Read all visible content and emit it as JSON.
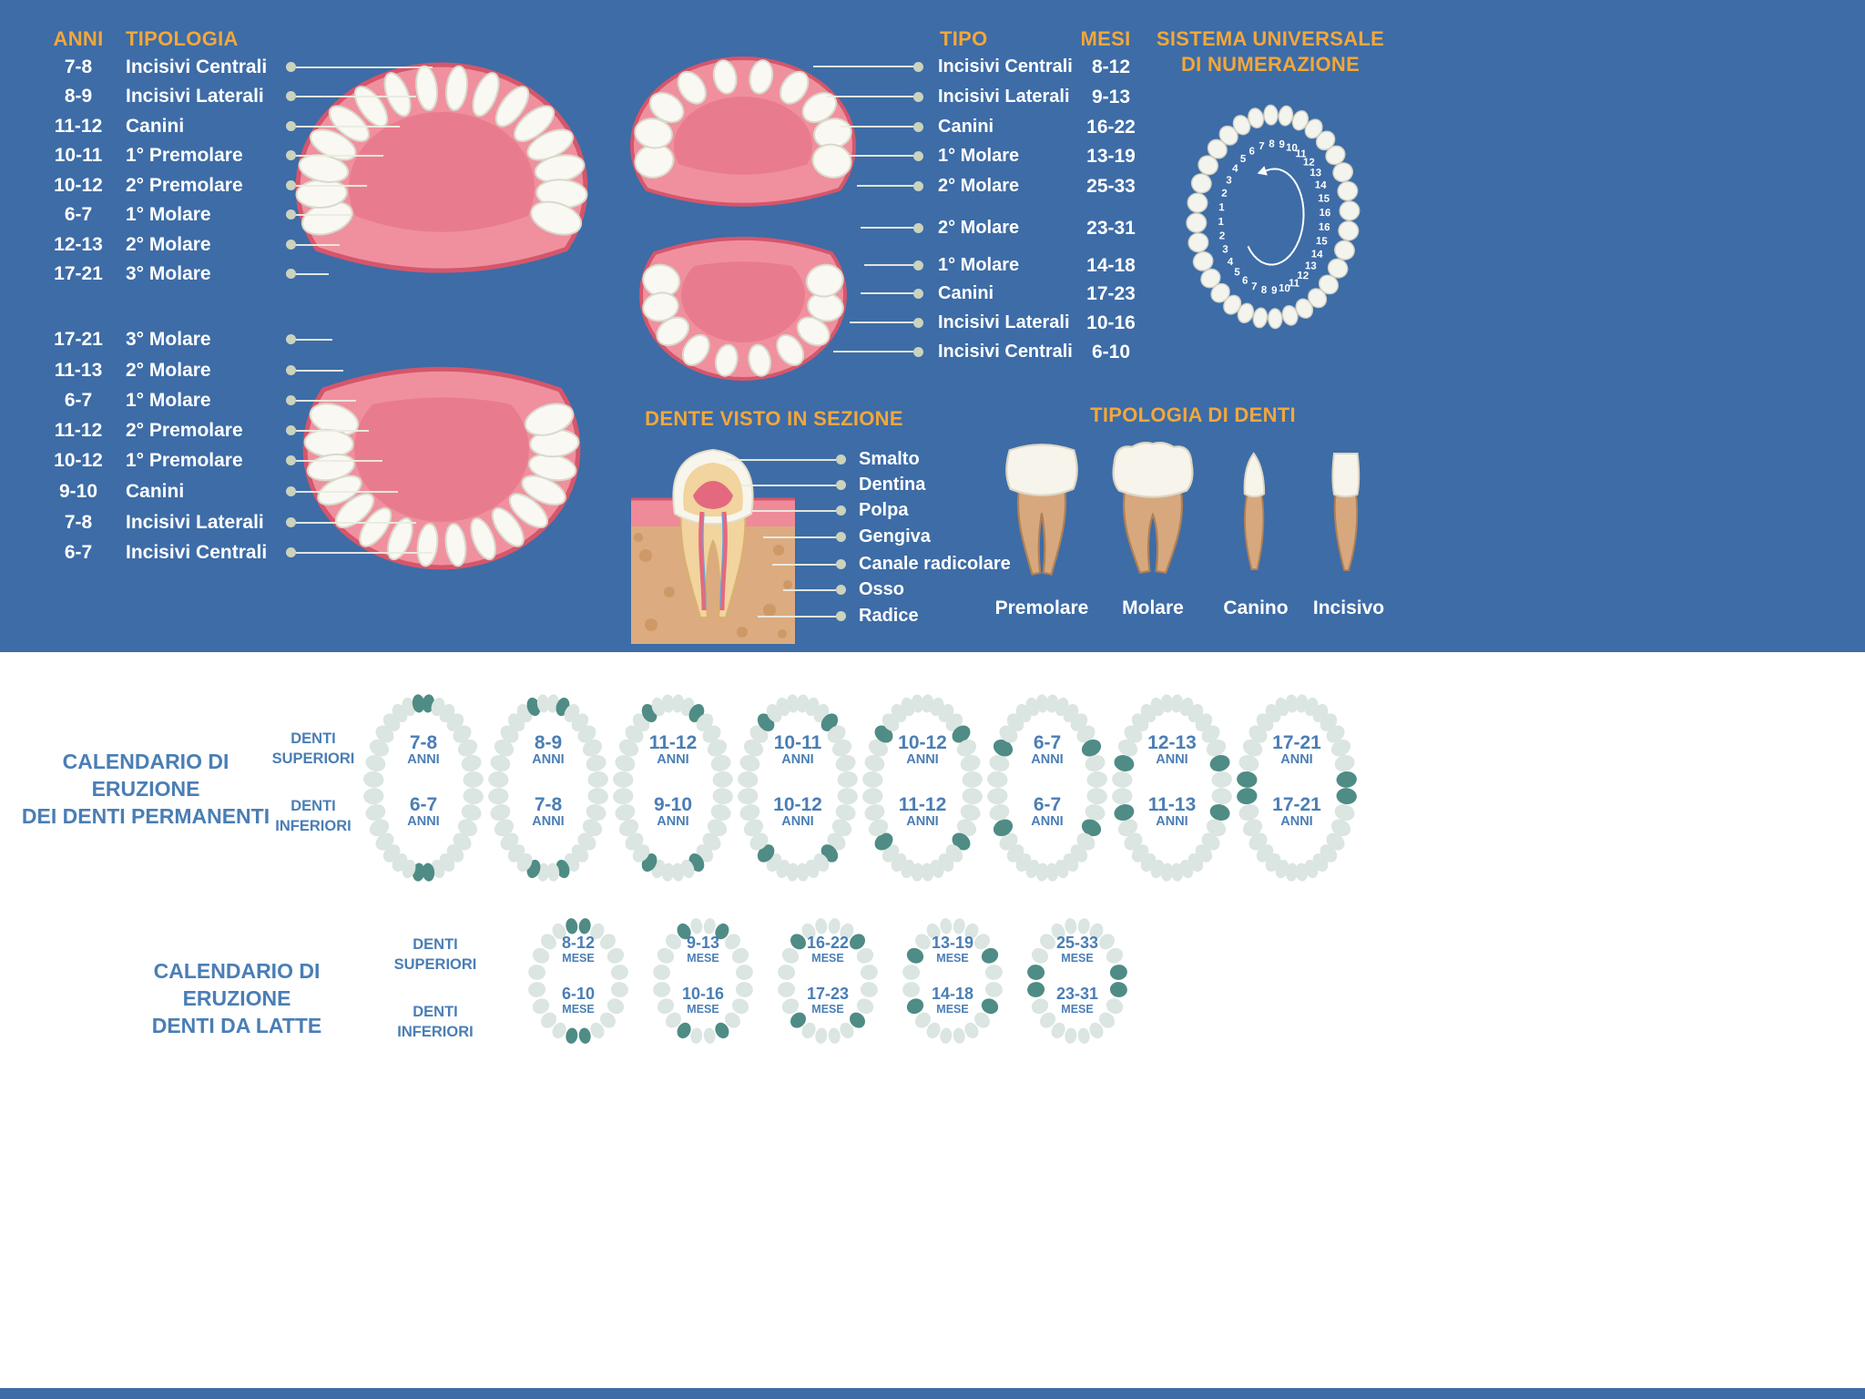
{
  "colors": {
    "background_blue": "#3d6ca7",
    "accent_orange": "#f2a73b",
    "gum_pink": "#f0909e",
    "gum_outline": "#d5566b",
    "tooth_white": "#f9f8f2",
    "highlight_teal": "#4e8c85",
    "calendar_tooth_gray": "#dbe5e1",
    "calendar_text_blue": "#4a7eb5"
  },
  "left_table": {
    "header_years": "ANNI",
    "header_type": "TIPOLOGIA",
    "upper": [
      {
        "years": "7-8",
        "label": "Incisivi Centrali"
      },
      {
        "years": "8-9",
        "label": "Incisivi Laterali"
      },
      {
        "years": "11-12",
        "label": "Canini"
      },
      {
        "years": "10-11",
        "label": "1° Premolare"
      },
      {
        "years": "10-12",
        "label": "2° Premolare"
      },
      {
        "years": "6-7",
        "label": "1° Molare"
      },
      {
        "years": "12-13",
        "label": "2° Molare"
      },
      {
        "years": "17-21",
        "label": "3° Molare"
      }
    ],
    "lower": [
      {
        "years": "17-21",
        "label": "3° Molare"
      },
      {
        "years": "11-13",
        "label": "2° Molare"
      },
      {
        "years": "6-7",
        "label": "1° Molare"
      },
      {
        "years": "11-12",
        "label": "2° Premolare"
      },
      {
        "years": "10-12",
        "label": "1° Premolare"
      },
      {
        "years": "9-10",
        "label": "Canini"
      },
      {
        "years": "7-8",
        "label": "Incisivi Laterali"
      },
      {
        "years": "6-7",
        "label": "Incisivi Centrali"
      }
    ]
  },
  "right_table": {
    "header_type": "TIPO",
    "header_months": "MESI",
    "upper": [
      {
        "label": "Incisivi Centrali",
        "months": "8-12"
      },
      {
        "label": "Incisivi Laterali",
        "months": "9-13"
      },
      {
        "label": "Canini",
        "months": "16-22"
      },
      {
        "label": "1° Molare",
        "months": "13-19"
      },
      {
        "label": "2° Molare",
        "months": "25-33"
      }
    ],
    "lower": [
      {
        "label": "2° Molare",
        "months": "23-31"
      },
      {
        "label": "1° Molare",
        "months": "14-18"
      },
      {
        "label": "Canini",
        "months": "17-23"
      },
      {
        "label": "Incisivi Laterali",
        "months": "10-16"
      },
      {
        "label": "Incisivi Centrali",
        "months": "6-10"
      }
    ]
  },
  "universal": {
    "title_line1": "SISTEMA UNIVERSALE",
    "title_line2": "DI NUMERAZIONE",
    "upper_numbers": [
      "1",
      "2",
      "3",
      "4",
      "5",
      "6",
      "7",
      "8",
      "9",
      "10",
      "11",
      "12",
      "13",
      "14",
      "15",
      "16"
    ],
    "lower_numbers": [
      "1",
      "2",
      "3",
      "4",
      "5",
      "6",
      "7",
      "8",
      "9",
      "10",
      "11",
      "12",
      "13",
      "14",
      "15",
      "16"
    ]
  },
  "tooth_section": {
    "title": "DENTE VISTO IN SEZIONE",
    "labels": [
      "Smalto",
      "Dentina",
      "Polpa",
      "Gengiva",
      "Canale radicolare",
      "Osso",
      "Radice"
    ]
  },
  "tooth_types": {
    "title": "TIPOLOGIA DI DENTI",
    "items": [
      "Premolare",
      "Molare",
      "Canino",
      "Incisivo"
    ]
  },
  "calendar_permanent": {
    "title_line1": "CALENDARIO DI ERUZIONE",
    "title_line2": "DEI DENTI PERMANENTI",
    "upper_line1": "DENTI",
    "upper_line2": "SUPERIORI",
    "lower_line1": "DENTI",
    "lower_line2": "INFERIORI",
    "unit": "ANNI",
    "charts": [
      {
        "top": "7-8",
        "bottom": "6-7",
        "tooth_index": 0
      },
      {
        "top": "8-9",
        "bottom": "7-8",
        "tooth_index": 1
      },
      {
        "top": "11-12",
        "bottom": "9-10",
        "tooth_index": 2
      },
      {
        "top": "10-11",
        "bottom": "10-12",
        "tooth_index": 3
      },
      {
        "top": "10-12",
        "bottom": "11-12",
        "tooth_index": 4
      },
      {
        "top": "6-7",
        "bottom": "6-7",
        "tooth_index": 5
      },
      {
        "top": "12-13",
        "bottom": "11-13",
        "tooth_index": 6
      },
      {
        "top": "17-21",
        "bottom": "17-21",
        "tooth_index": 7
      }
    ]
  },
  "calendar_baby": {
    "title_line1": "CALENDARIO DI ERUZIONE",
    "title_line2": "DENTI DA LATTE",
    "upper_line1": "DENTI",
    "upper_line2": "SUPERIORI",
    "lower_line1": "DENTI",
    "lower_line2": "INFERIORI",
    "unit": "MESE",
    "charts": [
      {
        "top": "8-12",
        "bottom": "6-10",
        "tooth_index": 0
      },
      {
        "top": "9-13",
        "bottom": "10-16",
        "tooth_index": 1
      },
      {
        "top": "16-22",
        "bottom": "17-23",
        "tooth_index": 2
      },
      {
        "top": "13-19",
        "bottom": "14-18",
        "tooth_index": 3
      },
      {
        "top": "25-33",
        "bottom": "23-31",
        "tooth_index": 4
      }
    ]
  }
}
